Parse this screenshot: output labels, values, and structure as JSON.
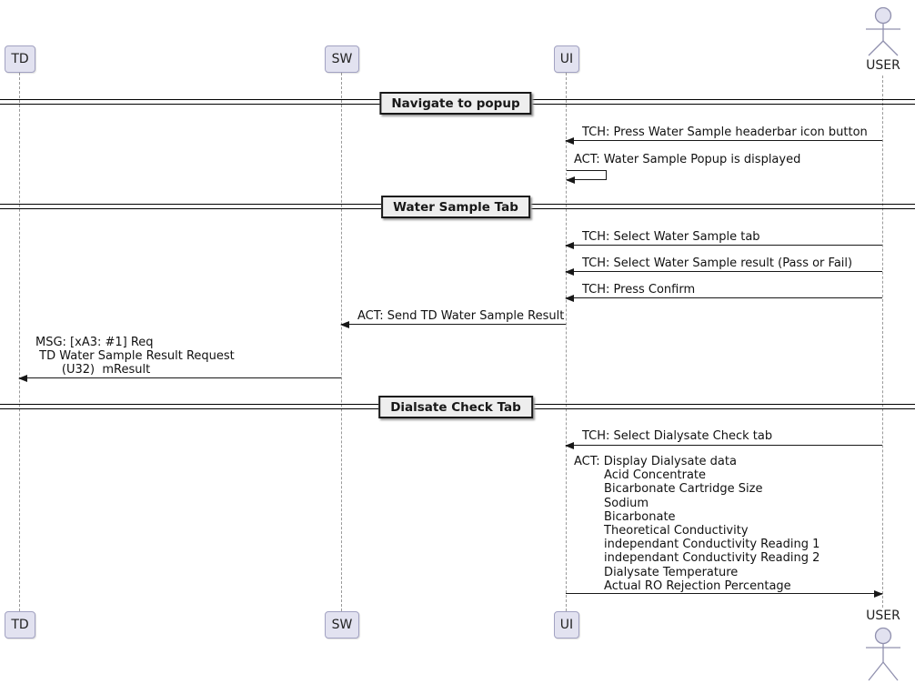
{
  "participants": {
    "td": "TD",
    "sw": "SW",
    "ui": "UI",
    "user": "USER"
  },
  "dividers": [
    {
      "label": "Navigate to popup"
    },
    {
      "label": "Water Sample Tab"
    },
    {
      "label": "Dialsate Check Tab"
    }
  ],
  "messages": [
    {
      "from": "USER",
      "to": "UI",
      "text": "TCH: Press Water Sample headerbar icon button"
    },
    {
      "from": "UI",
      "to": "UI",
      "text": "ACT: Water Sample Popup is displayed"
    },
    {
      "from": "USER",
      "to": "UI",
      "text": "TCH: Select Water Sample tab"
    },
    {
      "from": "USER",
      "to": "UI",
      "text": "TCH: Select Water Sample result (Pass or Fail)"
    },
    {
      "from": "USER",
      "to": "UI",
      "text": "TCH: Press Confirm"
    },
    {
      "from": "UI",
      "to": "SW",
      "text": "ACT: Send TD Water Sample Result"
    },
    {
      "from": "SW",
      "to": "TD",
      "text": "MSG: [xA3: #1] Req\n TD Water Sample Result Request\n       (U32)  mResult"
    },
    {
      "from": "USER",
      "to": "UI",
      "text": "TCH: Select Dialysate Check tab"
    },
    {
      "from": "UI",
      "to": "USER",
      "text": "ACT: Display Dialysate data\n        Acid Concentrate\n        Bicarbonate Cartridge Size\n        Sodium\n        Bicarbonate\n        Theoretical Conductivity\n        independant Conductivity Reading 1\n        independant Conductivity Reading 2\n        Dialysate Temperature\n        Actual RO Rejection Percentage"
    }
  ],
  "colors": {
    "participant_fill": "#E2E2F0",
    "participant_border": "#A2A2C2",
    "divider_fill": "#EEEEEE",
    "divider_border": "#181818",
    "arrow_line": "#181818",
    "lifeline": "#9A9A9A",
    "background": "#FFFFFF"
  }
}
